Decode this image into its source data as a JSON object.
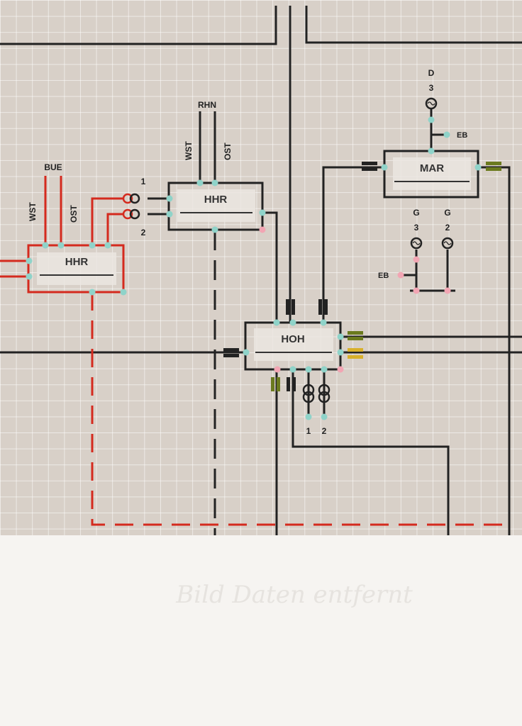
{
  "board": {
    "colors": {
      "background": "#d8d0c8",
      "line": "#222222",
      "red": "#d42a1e",
      "node": "#8fd3c9",
      "pink": "#f2a5b3",
      "olive": "#6b7a1e",
      "yellow": "#d8b02a"
    },
    "signal_boxes": [
      {
        "id": "hhr-left",
        "label": "HHR"
      },
      {
        "id": "hhr-top",
        "label": "HHR"
      },
      {
        "id": "hoh",
        "label": "HOH"
      },
      {
        "id": "mar",
        "label": "MAR"
      }
    ],
    "direction_labels": {
      "bue": "BUE",
      "wst_left": "WST",
      "ost_left": "OST",
      "rhn": "RHN",
      "wst_top": "WST",
      "ost_top": "OST",
      "eb_top": "EB",
      "eb_mid": "EB"
    },
    "generator_labels": {
      "d": "D",
      "d_num": "3",
      "g_left": "G",
      "g_left_num": "3",
      "g_right": "G",
      "g_right_num": "2"
    },
    "numbers": {
      "coupler_1": "1",
      "coupler_2": "2",
      "hoh_1": "1",
      "hoh_2": "2"
    }
  },
  "paper": {
    "faint_text": "Bild Daten entfernt"
  }
}
